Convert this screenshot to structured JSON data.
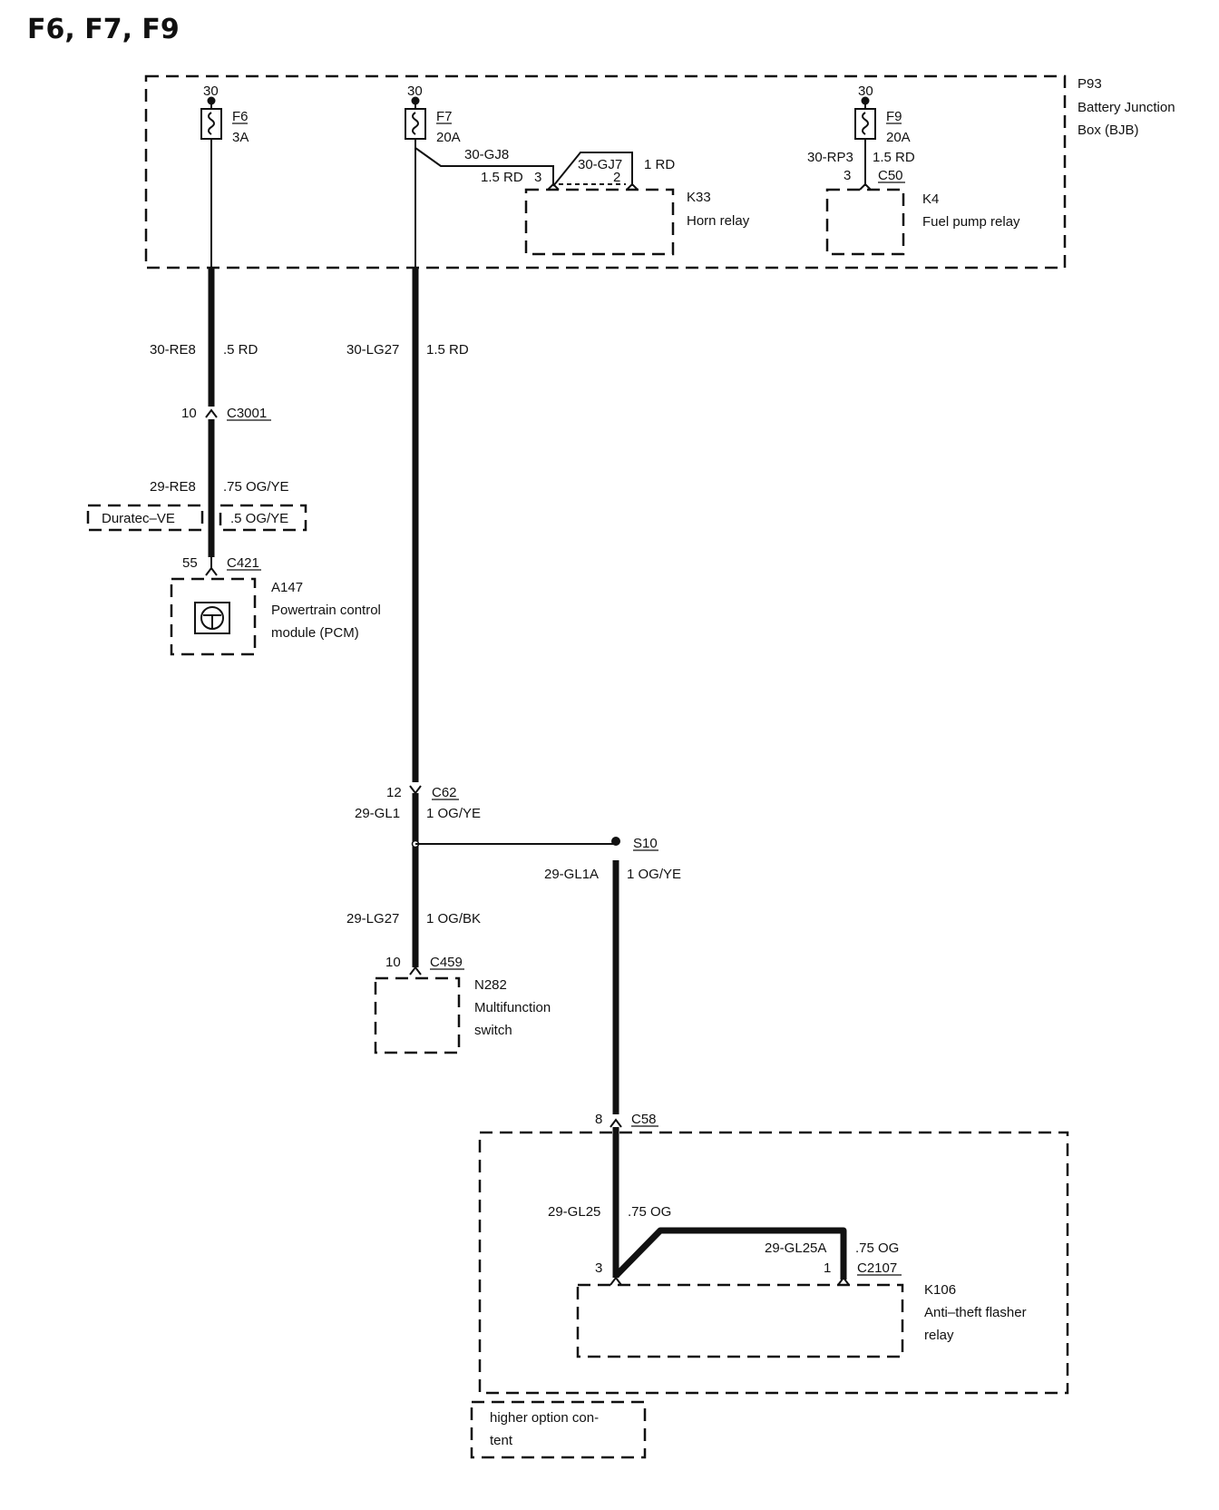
{
  "title": "F6, F7, F9",
  "bjb": {
    "id": "P93",
    "name_line1": "Battery Junction",
    "name_line2": "Box (BJB)"
  },
  "fuses": [
    {
      "terminal": "30",
      "id": "F6",
      "rating": "3A"
    },
    {
      "terminal": "30",
      "id": "F7",
      "rating": "20A"
    },
    {
      "terminal": "30",
      "id": "F9",
      "rating": "20A"
    }
  ],
  "horn_relay": {
    "id": "K33",
    "name": "Horn relay",
    "wire_in": "30-GJ8",
    "wire_in_spec": "1.5 RD",
    "pin_in": "3",
    "wire_out": "30-GJ7",
    "wire_out_spec": "1 RD",
    "pin_out": "2"
  },
  "fuel_pump_relay": {
    "id": "K4",
    "name": "Fuel pump relay",
    "wire": "30-RP3",
    "wire_spec": "1.5 RD",
    "pin": "3",
    "connector": "C50"
  },
  "pcm_branch": {
    "wire1": "30-RE8",
    "wire1_spec": ".5 RD",
    "conn1_pin": "10",
    "conn1": "C3001",
    "wire2": "29-RE8",
    "wire2_spec": ".75 OG/YE",
    "variant": "Duratec–VE",
    "variant_spec": ".5 OG/YE",
    "pin": "55",
    "connector": "C421",
    "module_id": "A147",
    "module_line1": "Powertrain control",
    "module_line2": "module (PCM)"
  },
  "f7_branch": {
    "wire1": "30-LG27",
    "wire1_spec": "1.5 RD",
    "conn_pin": "12",
    "conn": "C62",
    "wire2": "29-GL1",
    "wire2_spec": "1 OG/YE",
    "splice": "S10",
    "wire3": "29-LG27",
    "wire3_spec": "1 OG/BK",
    "switch_pin": "10",
    "switch_conn": "C459",
    "switch_id": "N282",
    "switch_line1": "Multifunction",
    "switch_line2": "switch"
  },
  "flasher_branch": {
    "wire1": "29-GL1A",
    "wire1_spec": "1 OG/YE",
    "conn_pin": "8",
    "conn": "C58",
    "wire2": "29-GL25",
    "wire2_spec": ".75 OG",
    "wire3": "29-GL25A",
    "wire3_spec": ".75 OG",
    "pin_a": "3",
    "pin_b": "1",
    "relay_conn": "C2107",
    "relay_id": "K106",
    "relay_line1": "Anti–theft flasher",
    "relay_line2": "relay",
    "option_line1": "higher option con-",
    "option_line2": "tent"
  }
}
